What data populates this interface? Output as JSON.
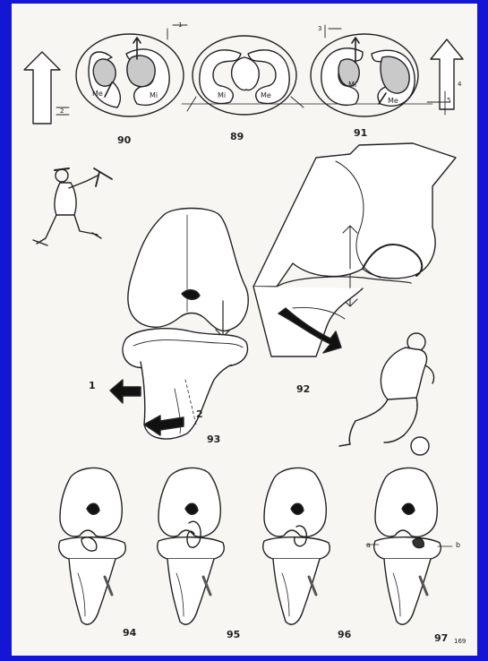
{
  "figures": {
    "fig90": {
      "number": "90",
      "labels": {
        "Me": "Me",
        "Mi": "Mi",
        "n1": "1",
        "n2": "2"
      }
    },
    "fig89": {
      "number": "89",
      "labels": {
        "Mi": "Mi",
        "Me": "Me"
      }
    },
    "fig91": {
      "number": "91",
      "labels": {
        "Mi": "Mi",
        "Me": "Me",
        "n3": "3",
        "n4": "4",
        "n5": "5"
      }
    },
    "fig92": {
      "number": "92"
    },
    "fig93": {
      "number": "93",
      "labels": {
        "arrow1": "1",
        "arrow2": "2"
      }
    },
    "fig94": {
      "number": "94"
    },
    "fig95": {
      "number": "95"
    },
    "fig96": {
      "number": "96"
    },
    "fig97": {
      "number": "97",
      "labels": {
        "a": "a",
        "b": "b"
      }
    }
  },
  "page_number": "169",
  "colors": {
    "border": "#1515d6",
    "paper": "#f7f6f2",
    "ink": "#222222"
  }
}
